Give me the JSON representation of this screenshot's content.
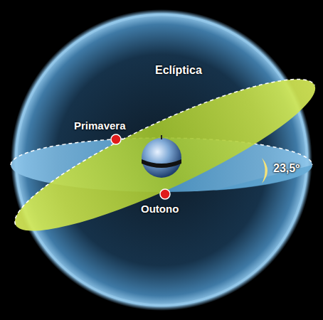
{
  "diagram": {
    "labels": [
      "Eclíptica",
      "Primavera",
      "Outono",
      "23,5º"
    ]
  }
}
